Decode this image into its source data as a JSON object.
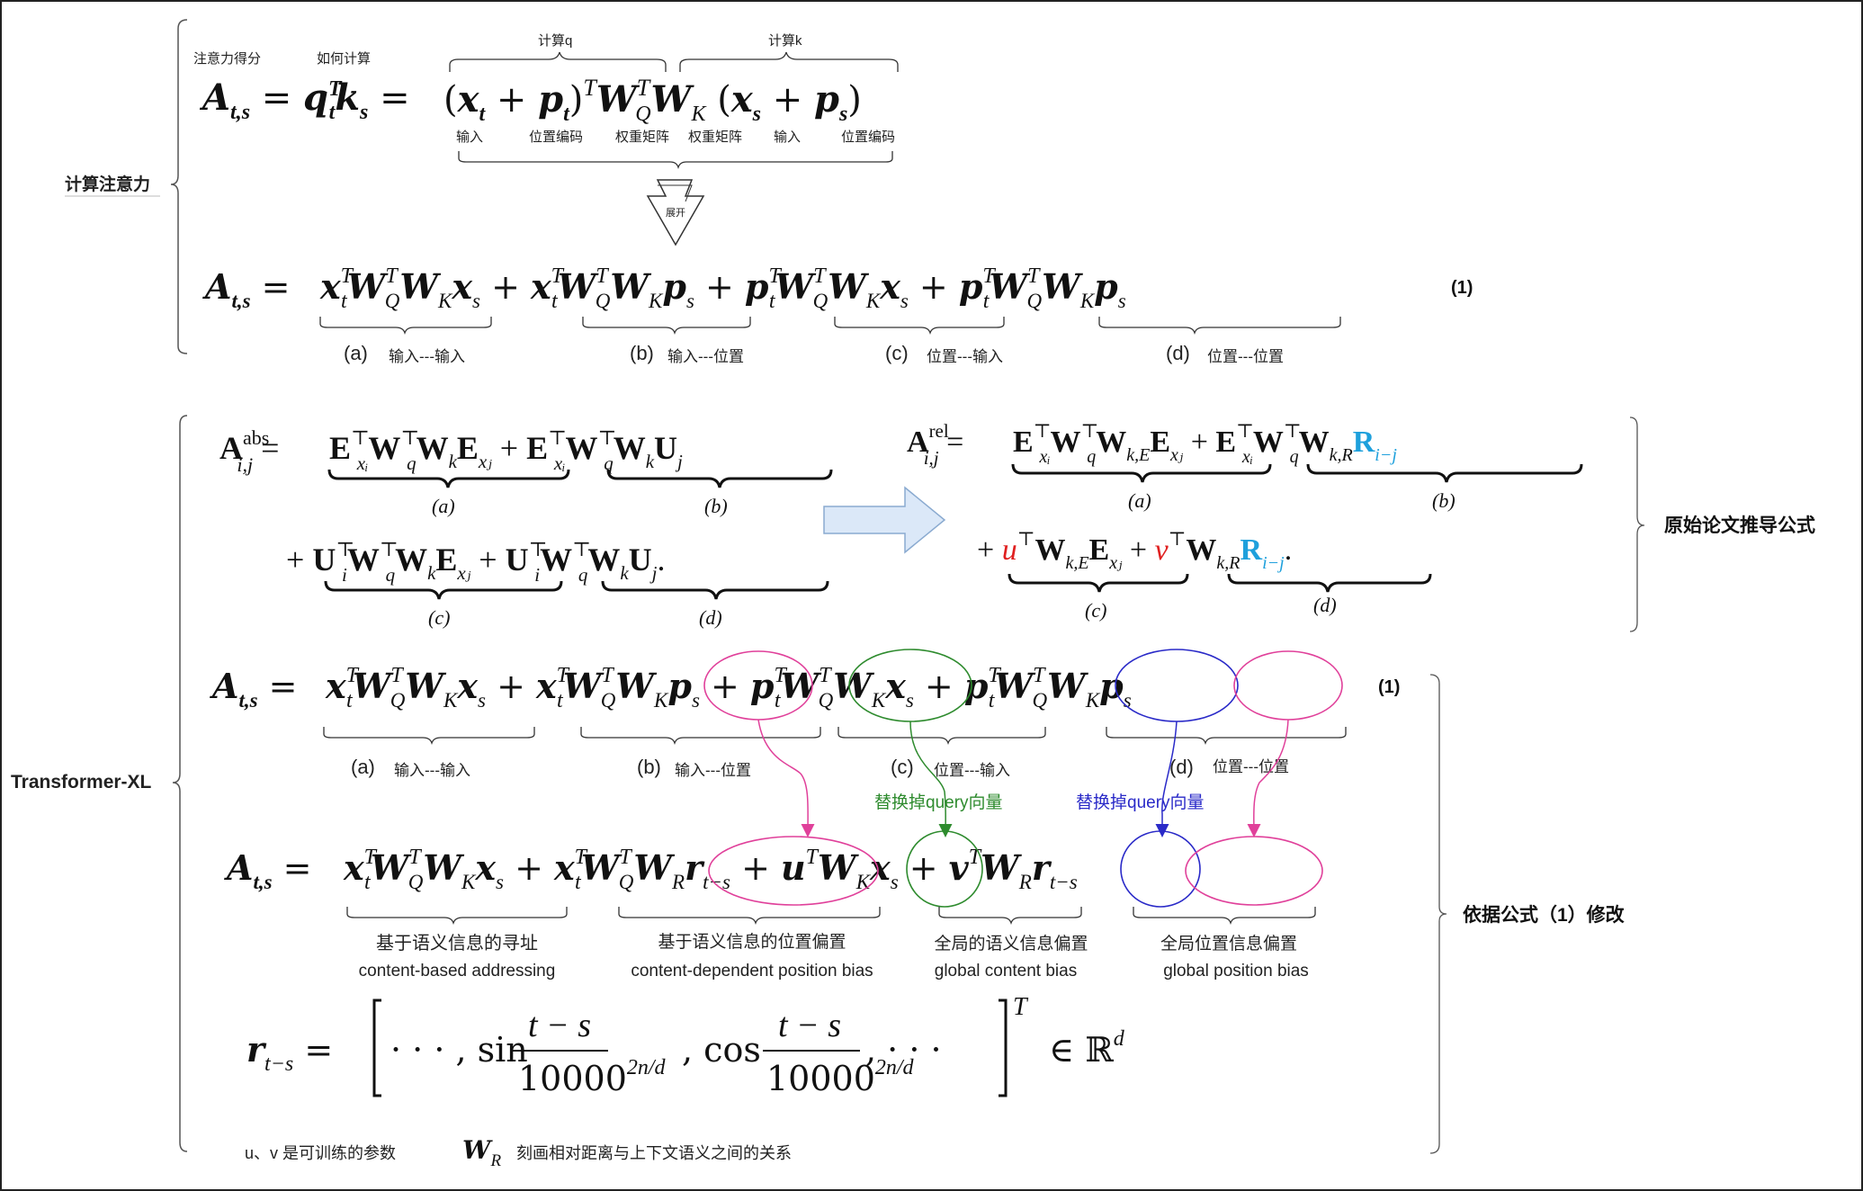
{
  "colors": {
    "pink": "#e0409a",
    "green": "#2e8b2e",
    "blue": "#2a2ac8",
    "cyan": "#1ea0dc",
    "red": "#e02020",
    "arrow_fill": "#dbe8f8",
    "arrow_stroke": "#8aaad0"
  },
  "section1": {
    "side_label": "计算注意力",
    "label_score": "注意力得分",
    "label_how": "如何计算",
    "label_calc_q": "计算q",
    "label_calc_k": "计算k",
    "sub_labels": [
      "输入",
      "位置编码",
      "权重矩阵",
      "权重矩阵",
      "输入",
      "位置编码"
    ],
    "expand_label": "展开",
    "eq_number": "(1)",
    "term_labels": [
      {
        "tag": "(a)",
        "text": "输入---输入"
      },
      {
        "tag": "(b)",
        "text": "输入---位置"
      },
      {
        "tag": "(c)",
        "text": "位置---输入"
      },
      {
        "tag": "(d)",
        "text": "位置---位置"
      }
    ]
  },
  "section2": {
    "side_label": "Transformer-XL",
    "paper_label": "原始论文推导公式",
    "modify_label": "依据公式（1）修改",
    "abs_tags": [
      "(a)",
      "(b)",
      "(c)",
      "(d)"
    ],
    "rel_tags": [
      "(a)",
      "(b)",
      "(c)",
      "(d)"
    ],
    "eq_number": "(1)",
    "term_labels": [
      {
        "tag": "(a)",
        "text": "输入---输入"
      },
      {
        "tag": "(b)",
        "text": "输入---位置"
      },
      {
        "tag": "(c)",
        "text": "位置---输入"
      },
      {
        "tag": "(d)",
        "text": "位置---位置"
      }
    ],
    "replace_query_green": "替换掉query向量",
    "replace_query_blue": "替换掉query向量",
    "captions": [
      {
        "zh": "基于语义信息的寻址",
        "en": "content-based addressing"
      },
      {
        "zh": "基于语义信息的位置偏置",
        "en": "content-dependent position bias"
      },
      {
        "zh": "全局的语义信息偏置",
        "en": "global content bias"
      },
      {
        "zh": "全局位置信息偏置",
        "en": "global position bias"
      }
    ],
    "footnote_uv": "u、v 是可训练的参数",
    "footnote_wr": "刻画相对距离与上下文语义之间的关系"
  }
}
